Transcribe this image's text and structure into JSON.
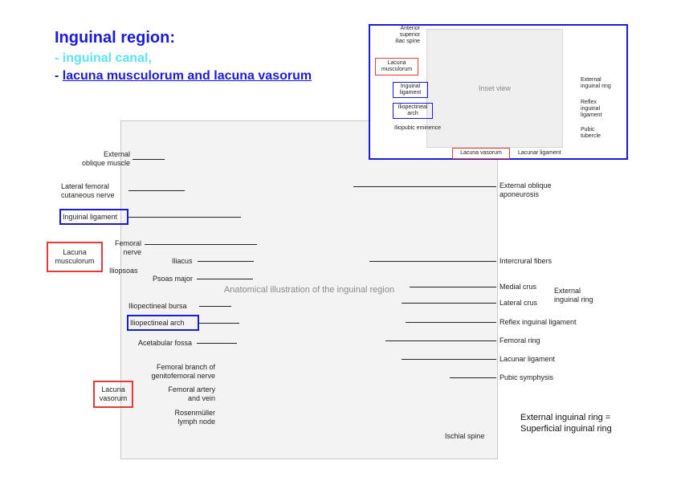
{
  "title": "Inguinal region:",
  "subtitle1": "- inguinal canal,",
  "subtitle2_prefix": "- ",
  "subtitle2_link": "lacuna musculorum and lacuna vasorum",
  "figure_placeholder": "Anatomical illustration of the inguinal region",
  "inset_placeholder": "Inset view",
  "labels": {
    "external_oblique_muscle": "External\noblique muscle",
    "lateral_femoral_cutaneous_nerve": "Lateral femoral\ncutaneous nerve",
    "inguinal_ligament": "Inguinal ligament",
    "lacuna_musculorum": "Lacuna\nmusculorum",
    "femoral_nerve": "Femoral\nnerve",
    "iliopsoas": "Iliopsoas",
    "iliacus": "Iliacus",
    "psoas_major": "Psoas major",
    "iliopectineal_bursa": "Iliopectineal bursa",
    "iliopectineal_arch": "Iliopectineal arch",
    "acetabular_fossa": "Acetabular fossa",
    "femoral_branch": "Femoral branch of\ngenitofemoral nerve",
    "lacuna_vasorum": "Lacuna\nvasorum",
    "femoral_artery_vein": "Femoral artery\nand vein",
    "rosenmuller": "Rosenmüller\nlymph node",
    "external_oblique_aponeurosis": "External oblique\naponeurosis",
    "intercrural_fibers": "Intercrural fibers",
    "medial_crus": "Medial crus",
    "lateral_crus": "Lateral crus",
    "external_inguinal_ring": "External\ninguinal ring",
    "reflex_inguinal_ligament": "Reflex inguinal ligament",
    "femoral_ring": "Femoral ring",
    "lacunar_ligament": "Lacunar ligament",
    "pubic_symphysis": "Pubic symphysis",
    "ischial_spine": "Ischial spine"
  },
  "inset_labels": {
    "anterior_superior_iliac_spine": "Anterior\nsuperior\niliac spine",
    "lacuna_musculorum": "Lacuna\nmusculorum",
    "inguinal_ligament": "Inguinal\nligament",
    "iliopectineal_arch": "Iliopectineal\narch",
    "iliopubic_eminence": "Iliopubic eminence",
    "lacuna_vasorum": "Lacuna vasorum",
    "lacunar_ligament": "Lacunar ligament",
    "external_inguinal_ring": "External\ninguinal ring",
    "reflex_inguinal_ligament": "Reflex\ninguinal\nligament",
    "pubic_tubercle": "Pubic\ntubercle"
  },
  "note_line1": "External inguinal ring =",
  "note_line2": "Superficial inguinal ring",
  "colors": {
    "title": "#1a1adb",
    "subtitle1": "#5fe3ee",
    "red_box": "#e33b3b",
    "blue_box": "#1a1adb"
  }
}
